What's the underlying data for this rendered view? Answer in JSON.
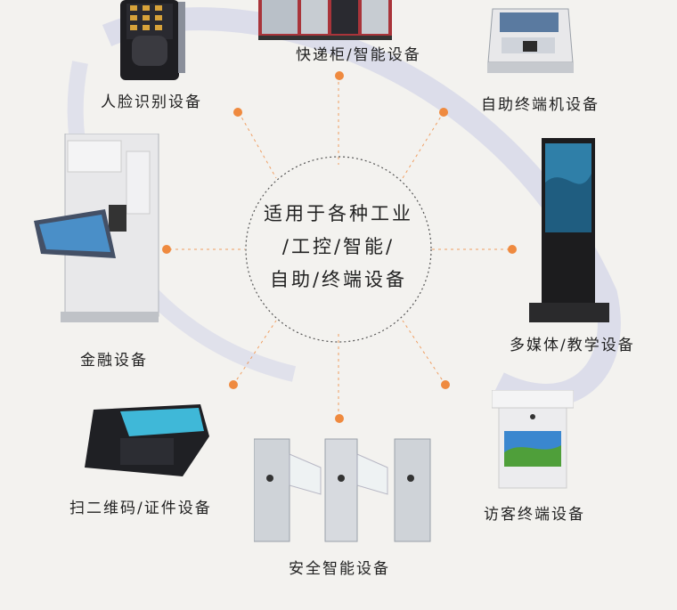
{
  "center": {
    "line1": "适用于各种工业",
    "line2": "/工控/智能/",
    "line3": "自助/终端设备"
  },
  "categories": {
    "face": "人脸识别设备",
    "locker": "快递柜/智能设备",
    "selfservice": "自助终端机设备",
    "finance": "金融设备",
    "multimedia": "多媒体/教学设备",
    "scanner": "扫二维码/证件设备",
    "security": "安全智能设备",
    "visitor": "访客终端设备"
  },
  "colors": {
    "accent": "#ef8a3f",
    "background": "#f3f2ef",
    "watermark": "#c9cce6"
  }
}
